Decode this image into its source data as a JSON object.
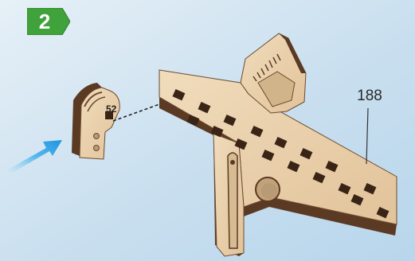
{
  "step": {
    "number": "2"
  },
  "parts": {
    "small_part_label": "52",
    "main_part_label": "188"
  },
  "colors": {
    "background_light": "#dbe9f3",
    "background_mid": "#c3dcee",
    "step_badge": "#3fa23a",
    "arrow": "#2aa3e6",
    "plywood": "#e8cfa9",
    "plywood_edge": "#5b3a24"
  },
  "icons": {
    "step_badge": "hexagon-badge",
    "insert_arrow": "blue-arrow"
  }
}
